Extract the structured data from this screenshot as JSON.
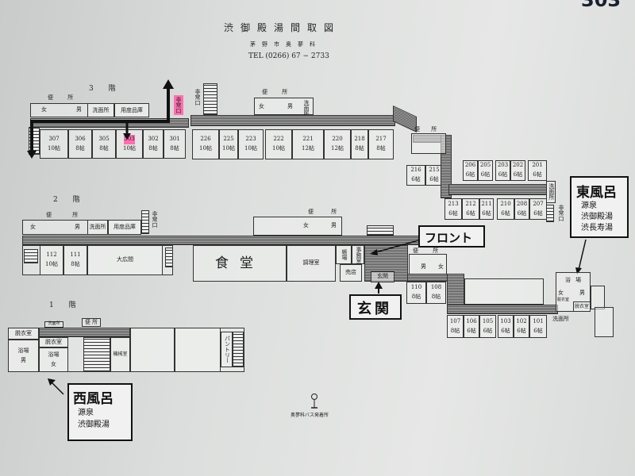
{
  "header": {
    "title": "渋御殿湯間取図",
    "address": "茅野市奥蓼科",
    "tel": "TEL (0266) 67 − 2733",
    "page_mark": "303"
  },
  "floor3": {
    "label": "3 階",
    "toilet": "便 所",
    "women": "女",
    "men": "男",
    "washroom": "洗面所",
    "supply": "用度品庫",
    "exit": "非常口",
    "rooms": [
      {
        "no": "307",
        "size": "10帖"
      },
      {
        "no": "306",
        "size": "8帖"
      },
      {
        "no": "305",
        "size": "8帖"
      },
      {
        "no": "303",
        "size": "10帖"
      },
      {
        "no": "302",
        "size": "8帖"
      },
      {
        "no": "301",
        "size": "8帖"
      }
    ],
    "highlight_color": "#ff6fb0"
  },
  "floor2_east": {
    "label": "2 階",
    "exit": "非常口",
    "toilet": "便 所",
    "women": "女",
    "men": "男",
    "washroom": "洗面所",
    "rooms_a": [
      {
        "no": "226",
        "size": "10帖"
      },
      {
        "no": "225",
        "size": "10帖"
      },
      {
        "no": "223",
        "size": "10帖"
      },
      {
        "no": "222",
        "size": "10帖"
      },
      {
        "no": "221",
        "size": "12帖"
      },
      {
        "no": "220",
        "size": "12帖"
      },
      {
        "no": "218",
        "size": "8帖"
      },
      {
        "no": "217",
        "size": "8帖"
      }
    ],
    "toilet2": "便 所",
    "rooms_b": [
      {
        "no": "216",
        "size": "6帖"
      },
      {
        "no": "215",
        "size": "6帖"
      }
    ],
    "rooms_c": [
      {
        "no": "206",
        "size": "6帖"
      },
      {
        "no": "205",
        "size": "6帖"
      },
      {
        "no": "203",
        "size": "6帖"
      },
      {
        "no": "202",
        "size": "6帖"
      },
      {
        "no": "201",
        "size": "6帖"
      }
    ],
    "rooms_d": [
      {
        "no": "213",
        "size": "6帖"
      },
      {
        "no": "212",
        "size": "6帖"
      },
      {
        "no": "211",
        "size": "6帖"
      },
      {
        "no": "210",
        "size": "6帖"
      },
      {
        "no": "208",
        "size": "6帖"
      },
      {
        "no": "207",
        "size": "6帖"
      }
    ],
    "washroom2": "洗面所",
    "exit2": "非常口"
  },
  "floor2_west": {
    "label": "2 階",
    "toilet": "便 所",
    "women": "女",
    "men": "男",
    "washroom": "洗面所",
    "supply": "用度品庫",
    "exit": "非常口",
    "rooms": [
      {
        "no": "112",
        "size": "10帖"
      },
      {
        "no": "111",
        "size": "8帖"
      }
    ],
    "hall": "大広間"
  },
  "floor1_center": {
    "toilet": "便 所",
    "women": "女",
    "men": "男",
    "dining": "食堂",
    "kitchen": "調理室",
    "office_counter": "帳場",
    "office": "事務室",
    "shop": "売店",
    "entrance": "玄関"
  },
  "floor1_east": {
    "toilet": "便 所",
    "men": "男",
    "women": "女",
    "rooms_a": [
      {
        "no": "110",
        "size": "8帖"
      },
      {
        "no": "108",
        "size": "8帖"
      }
    ],
    "rooms_b": [
      {
        "no": "107",
        "size": "8帖"
      },
      {
        "no": "106",
        "size": "6帖"
      },
      {
        "no": "105",
        "size": "6帖"
      },
      {
        "no": "103",
        "size": "6帖"
      },
      {
        "no": "102",
        "size": "6帖"
      },
      {
        "no": "101",
        "size": "6帖"
      }
    ],
    "bath": "浴場",
    "bath_women": "女",
    "bath_men": "男",
    "changing_w": "脱衣室",
    "changing_m": "脱衣室",
    "washroom": "洗面所"
  },
  "floor1_west": {
    "label": "1 階",
    "washroom": "洗面所",
    "toilet": "便 所",
    "changing_m": "脱衣室",
    "bath_m": "浴場",
    "men": "男",
    "changing_w": "脱衣室",
    "bath_w": "浴場",
    "women": "女",
    "machine": "機械室",
    "pantry": "パントリー"
  },
  "callouts": {
    "front": "フロント",
    "entrance": "玄関",
    "east_bath": {
      "title": "東風呂",
      "lines": [
        "源泉",
        "渋御殿湯",
        "渋長寿湯"
      ]
    },
    "west_bath": {
      "title": "西風呂",
      "lines": [
        "源泉",
        "渋御殿湯"
      ]
    }
  },
  "bus_stop": "奥蓼科バス発着所"
}
